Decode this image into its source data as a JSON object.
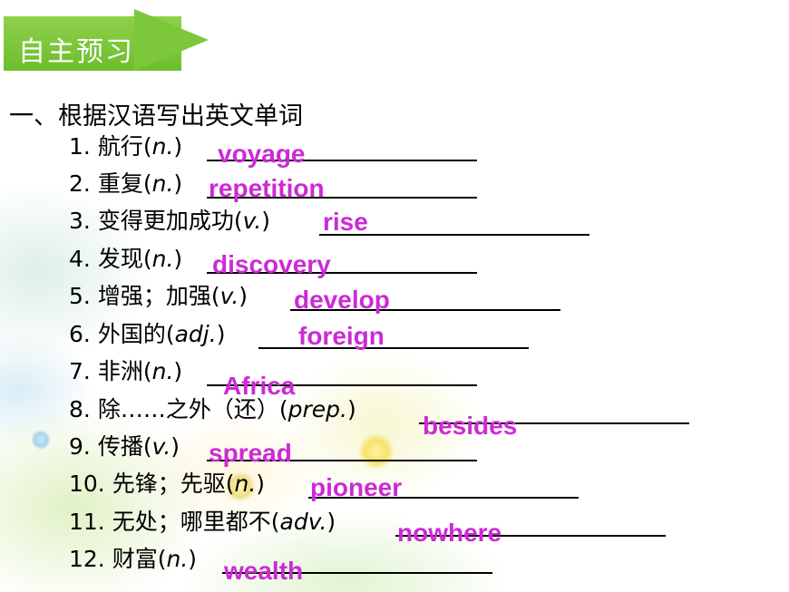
{
  "section_title": "自主预习",
  "heading": "一、根据汉语写出英文单词",
  "colors": {
    "banner": "#7cc83a",
    "answer": "#cc2ad6"
  },
  "items": [
    {
      "num": "1.",
      "cn": "航行",
      "pos": "n.",
      "answer": "voyage"
    },
    {
      "num": "2.",
      "cn": "重复",
      "pos": "n.",
      "answer": "repetition"
    },
    {
      "num": "3.",
      "cn": "变得更加成功",
      "pos": "v.",
      "answer": "rise"
    },
    {
      "num": "4.",
      "cn": "发现",
      "pos": "n.",
      "answer": "discovery"
    },
    {
      "num": "5.",
      "cn": "增强；加强",
      "pos": "v.",
      "answer": "develop"
    },
    {
      "num": "6.",
      "cn": "外国的",
      "pos": "adj.",
      "answer": "foreign"
    },
    {
      "num": "7.",
      "cn": "非洲",
      "pos": "n.",
      "answer": "Africa"
    },
    {
      "num": "8.",
      "cn": "除……之外（还）",
      "pos": "prep.",
      "answer": "besides"
    },
    {
      "num": "9.",
      "cn": "传播",
      "pos": "v.",
      "answer": "spread"
    },
    {
      "num": "10.",
      "cn": "先锋；先驱",
      "pos": "n.",
      "answer": "pioneer"
    },
    {
      "num": "11.",
      "cn": "无处；哪里都不",
      "pos": "adv.",
      "answer": "nowhere"
    },
    {
      "num": "12.",
      "cn": "财富",
      "pos": "n.",
      "answer": "wealth"
    }
  ]
}
